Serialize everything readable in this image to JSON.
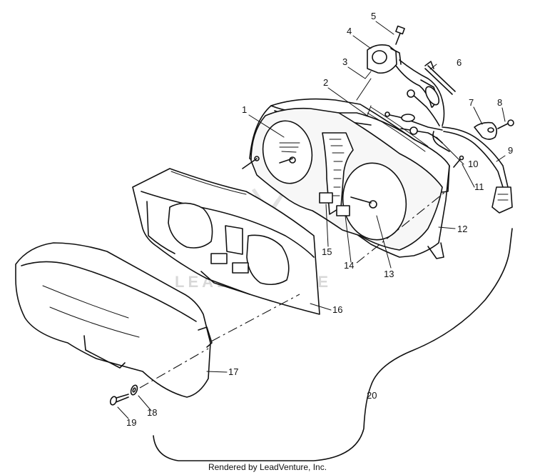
{
  "callouts": {
    "c1": "1",
    "c2": "2",
    "c3": "3",
    "c4": "4",
    "c5": "5",
    "c6": "6",
    "c7": "7",
    "c8": "8",
    "c9": "9",
    "c10": "10",
    "c11": "11",
    "c12": "12",
    "c13": "13",
    "c14": "14",
    "c15": "15",
    "c16": "16",
    "c17": "17",
    "c18": "18",
    "c19": "19",
    "c20": "20"
  },
  "watermark": "LEADVENTURE",
  "footer": "Rendered by LeadVenture, Inc.",
  "colors": {
    "ink": "#111111",
    "paper": "#ffffff",
    "watermark": "#d8d8d8"
  }
}
